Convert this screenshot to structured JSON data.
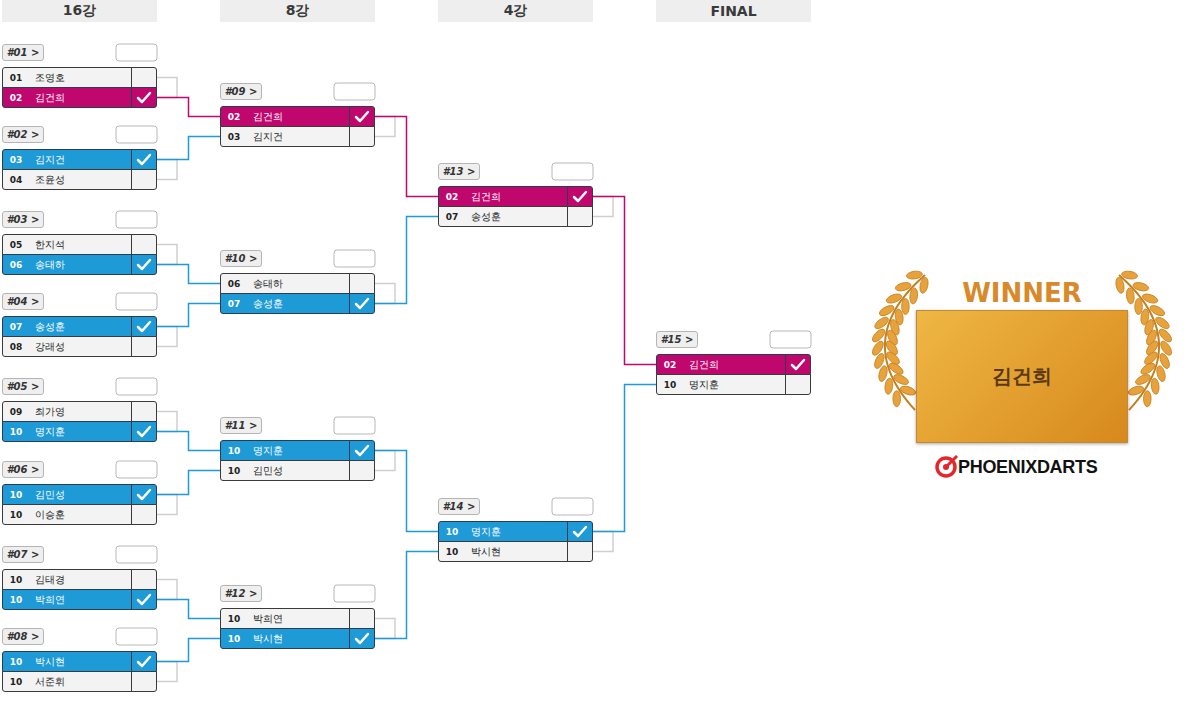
{
  "diagram": {
    "nodes": [
      {
        "text": [
          "16강"
        ]
      },
      {
        "text": [
          "8강"
        ]
      },
      {
        "text": [
          "4강"
        ]
      },
      {
        "text": [
          "FINAL"
        ]
      },
      {
        "text": [
          "#01 >"
        ]
      },
      {
        "text": [
          "01",
          "조영호"
        ]
      },
      {
        "text": [
          "02",
          "김건희"
        ]
      },
      {
        "text": [
          "#02 >"
        ]
      },
      {
        "text": [
          "03",
          "김지건"
        ]
      },
      {
        "text": [
          "04",
          "조윤성"
        ]
      },
      {
        "text": [
          "#03 >"
        ]
      },
      {
        "text": [
          "05",
          "한지석"
        ]
      },
      {
        "text": [
          "06",
          "송태하"
        ]
      },
      {
        "text": [
          "#04 >"
        ]
      },
      {
        "text": [
          "07",
          "송성훈"
        ]
      },
      {
        "text": [
          "08",
          "강래성"
        ]
      },
      {
        "text": [
          "#05 >"
        ]
      },
      {
        "text": [
          "09",
          "최가영"
        ]
      },
      {
        "text": [
          "10",
          "명지훈"
        ]
      },
      {
        "text": [
          "#06 >"
        ]
      },
      {
        "text": [
          "10",
          "김민성"
        ]
      },
      {
        "text": [
          "10",
          "이승훈"
        ]
      },
      {
        "text": [
          "#07 >"
        ]
      },
      {
        "text": [
          "10",
          "김태경"
        ]
      },
      {
        "text": [
          "10",
          "박희연"
        ]
      },
      {
        "text": [
          "#08 >"
        ]
      },
      {
        "text": [
          "10",
          "박시현"
        ]
      },
      {
        "text": [
          "10",
          "서준휘"
        ]
      },
      {
        "text": [
          "#09 >"
        ]
      },
      {
        "text": [
          "02",
          "김건희"
        ]
      },
      {
        "text": [
          "03",
          "김지건"
        ]
      },
      {
        "text": [
          "#10 >"
        ]
      },
      {
        "text": [
          "06",
          "송태하"
        ]
      },
      {
        "text": [
          "07",
          "송성훈"
        ]
      },
      {
        "text": [
          "#11 >"
        ]
      },
      {
        "text": [
          "10",
          "명지훈"
        ]
      },
      {
        "text": [
          "10",
          "김민성"
        ]
      },
      {
        "text": [
          "#12 >"
        ]
      },
      {
        "text": [
          "10",
          "박희연"
        ]
      },
      {
        "text": [
          "10",
          "박시현"
        ]
      },
      {
        "text": [
          "#13 >"
        ]
      },
      {
        "text": [
          "02",
          "김건희"
        ]
      },
      {
        "text": [
          "07",
          "송성훈"
        ]
      },
      {
        "text": [
          "#14 >"
        ]
      },
      {
        "text": [
          "10",
          "명지훈"
        ]
      },
      {
        "text": [
          "10",
          "박시현"
        ]
      },
      {
        "text": [
          "#15 >"
        ]
      },
      {
        "text": [
          "02",
          "김건희"
        ]
      },
      {
        "text": [
          "10",
          "명지훈"
        ]
      },
      {
        "text": [
          "WINNER",
          "김건희"
        ]
      }
    ],
    "edges": [
      {
        "from": 6,
        "to": 29,
        "arrow": "none"
      },
      {
        "from": 8,
        "to": 30,
        "arrow": "none"
      },
      {
        "from": 12,
        "to": 32,
        "arrow": "none"
      },
      {
        "from": 14,
        "to": 33,
        "arrow": "none"
      },
      {
        "from": 18,
        "to": 35,
        "arrow": "none"
      },
      {
        "from": 20,
        "to": 36,
        "arrow": "none"
      },
      {
        "from": 24,
        "to": 38,
        "arrow": "none"
      },
      {
        "from": 26,
        "to": 39,
        "arrow": "none"
      },
      {
        "from": 29,
        "to": 41,
        "arrow": "none"
      },
      {
        "from": 33,
        "to": 42,
        "arrow": "none"
      },
      {
        "from": 35,
        "to": 44,
        "arrow": "none"
      },
      {
        "from": 39,
        "to": 45,
        "arrow": "none"
      },
      {
        "from": 41,
        "to": 47,
        "arrow": "none"
      },
      {
        "from": 44,
        "to": 48,
        "arrow": "none"
      }
    ],
    "labels": [
      "PHOENIXDARTS"
    ]
  }
}
